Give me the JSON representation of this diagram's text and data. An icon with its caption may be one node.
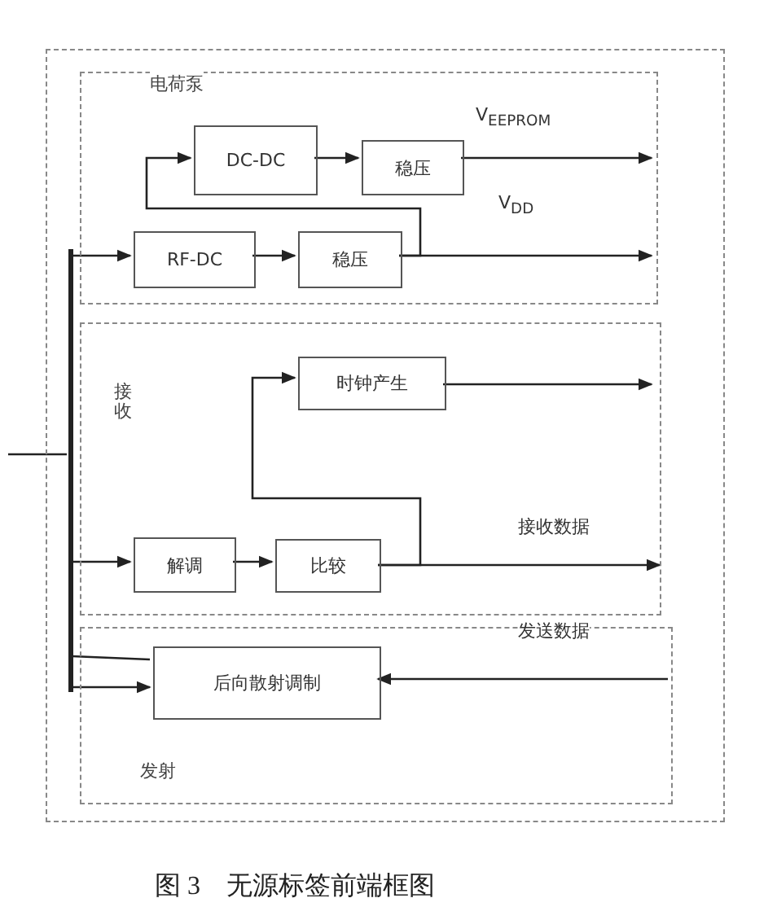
{
  "diagram": {
    "caption": "图 3　无源标签前端框图",
    "nodes": [
      {
        "text": [],
        "shape": "box"
      },
      {
        "text": [
          "电荷泵"
        ],
        "in": 0
      },
      {
        "text": [
          "DC-DC"
        ],
        "in": 1
      },
      {
        "text": [
          "稳压"
        ],
        "in": 1
      },
      {
        "text": [
          "RF-DC"
        ],
        "in": 1
      },
      {
        "text": [
          "稳压"
        ],
        "in": 1
      },
      {
        "text": [
          "接收"
        ],
        "in": 0
      },
      {
        "text": [
          "时钟产生"
        ],
        "in": 6
      },
      {
        "text": [
          "解调"
        ],
        "in": 6
      },
      {
        "text": [
          "比较"
        ],
        "in": 6
      },
      {
        "text": [
          "发射"
        ],
        "in": 0
      },
      {
        "text": [
          "后向散射调制"
        ],
        "in": 10
      },
      {
        "text": [],
        "shape": "bar",
        "in": 0
      }
    ],
    "edges": [
      {
        "from": 12,
        "to": 4,
        "arrow": "to"
      },
      {
        "from": 4,
        "to": 5,
        "arrow": "to"
      },
      {
        "from": 5,
        "to": null,
        "arrow": "to"
      },
      {
        "from": 5,
        "to": 2,
        "arrow": "to"
      },
      {
        "from": 2,
        "to": 3,
        "arrow": "to"
      },
      {
        "from": 3,
        "to": null,
        "arrow": "to"
      },
      {
        "from": 12,
        "to": 8,
        "arrow": "to"
      },
      {
        "from": 8,
        "to": 9,
        "arrow": "to"
      },
      {
        "from": 9,
        "to": null,
        "arrow": "to"
      },
      {
        "from": 9,
        "to": 7,
        "arrow": "to"
      },
      {
        "from": 7,
        "to": null,
        "arrow": "to"
      },
      {
        "from": 12,
        "to": 11,
        "arrow": "to"
      },
      {
        "from": 11,
        "to": 12,
        "arrow": "none"
      },
      {
        "from": null,
        "to": 11,
        "arrow": "to"
      },
      {
        "from": null,
        "to": 12,
        "arrow": "none"
      }
    ],
    "labels": [
      "V$_{EEPROM}$",
      "V$_{DD}$",
      "接收数据",
      "发送数据"
    ]
  }
}
